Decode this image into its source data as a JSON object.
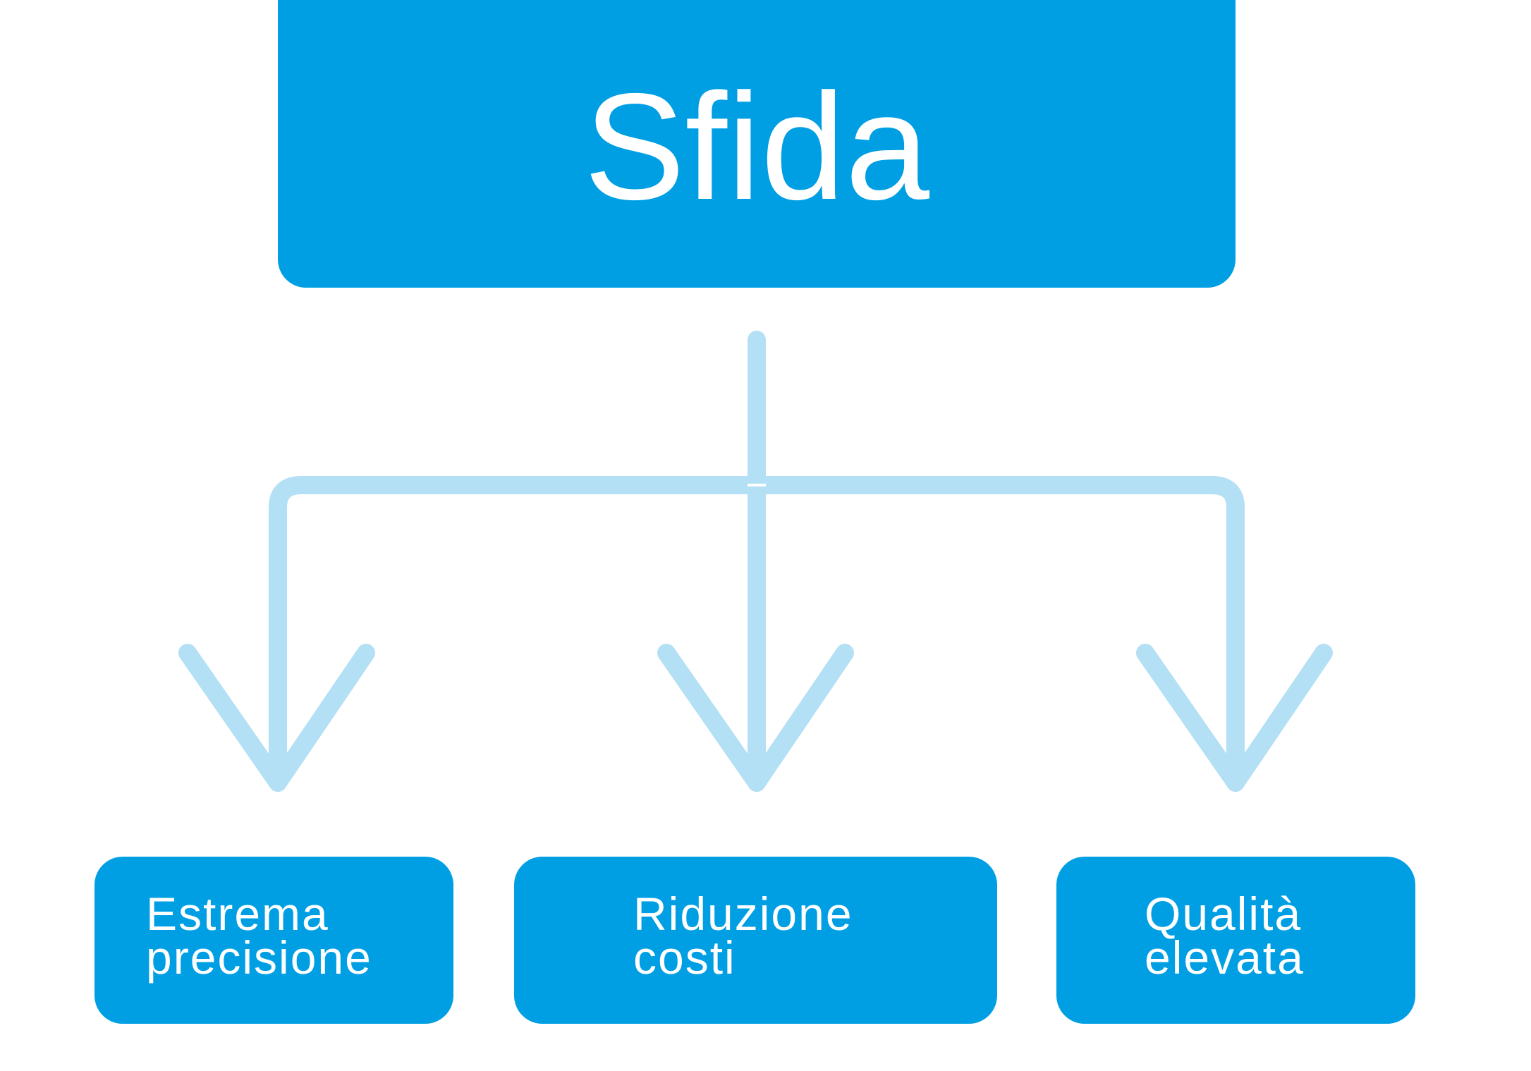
{
  "title": "Sfida",
  "items": [
    {
      "line1": "Estrema",
      "line2": "precisione"
    },
    {
      "line1": "Riduzione",
      "line2": "costi"
    },
    {
      "line1": "Qualità",
      "line2": "elevata"
    }
  ],
  "colors": {
    "box": "#009FE3",
    "connector": "#B3E0F5",
    "text": "#FFFFFF"
  }
}
